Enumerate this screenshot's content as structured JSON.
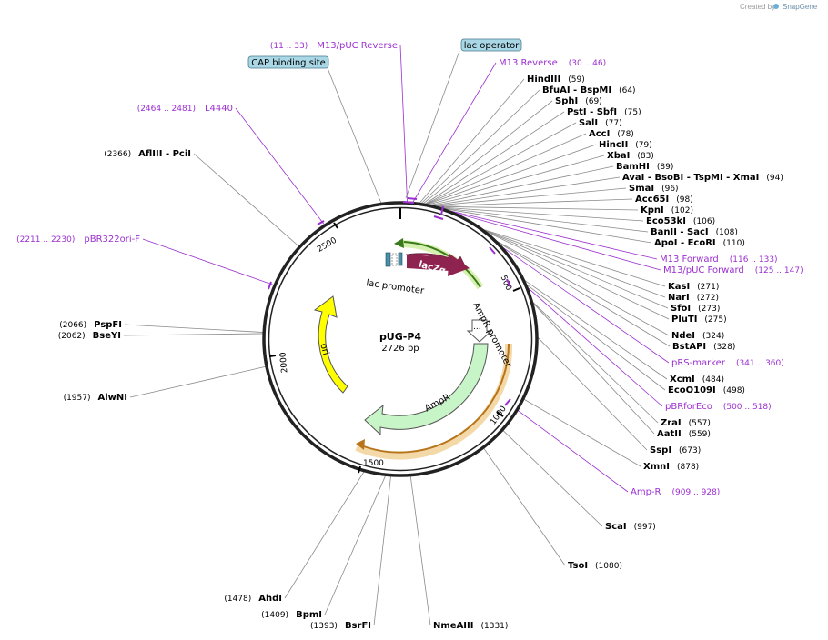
{
  "credit": "Created by",
  "credit_brand": "SnapGene",
  "plasmid": {
    "name": "pUG-P4",
    "length_label": "2726 bp",
    "length": 2726
  },
  "ticks": [
    "500",
    "1000",
    "1500",
    "2000",
    "2500"
  ],
  "colors": {
    "primer": "#9b2fd0",
    "line": "#7a7a7a",
    "ring": "#222222",
    "ampr": "#c8f5c8",
    "ori": "#ffff00",
    "lacza": "#8e2350",
    "lac_promoter_box": "#2a6b8a"
  },
  "sites": [
    {
      "name": "HindIII",
      "pos": "(59)"
    },
    {
      "name": "BfuAI - BspMI",
      "pos": "(64)"
    },
    {
      "name": "SphI",
      "pos": "(69)"
    },
    {
      "name": "PstI - SbfI",
      "pos": "(75)"
    },
    {
      "name": "SalI",
      "pos": "(77)"
    },
    {
      "name": "AccI",
      "pos": "(78)"
    },
    {
      "name": "HincII",
      "pos": "(79)"
    },
    {
      "name": "XbaI",
      "pos": "(83)"
    },
    {
      "name": "BamHI",
      "pos": "(89)"
    },
    {
      "name": "AvaI - BsoBI - TspMI - XmaI",
      "pos": "(94)"
    },
    {
      "name": "SmaI",
      "pos": "(96)"
    },
    {
      "name": "Acc65I",
      "pos": "(98)"
    },
    {
      "name": "KpnI",
      "pos": "(102)"
    },
    {
      "name": "Eco53kI",
      "pos": "(106)"
    },
    {
      "name": "BanII - SacI",
      "pos": "(108)"
    },
    {
      "name": "ApoI - EcoRI",
      "pos": "(110)"
    },
    {
      "name": "KasI",
      "pos": "(271)"
    },
    {
      "name": "NarI",
      "pos": "(272)"
    },
    {
      "name": "SfoI",
      "pos": "(273)"
    },
    {
      "name": "PluTI",
      "pos": "(275)"
    },
    {
      "name": "NdeI",
      "pos": "(324)"
    },
    {
      "name": "BstAPI",
      "pos": "(328)"
    },
    {
      "name": "XcmI",
      "pos": "(484)"
    },
    {
      "name": "EcoO109I",
      "pos": "(498)"
    },
    {
      "name": "ZraI",
      "pos": "(557)"
    },
    {
      "name": "AatII",
      "pos": "(559)"
    },
    {
      "name": "SspI",
      "pos": "(673)"
    },
    {
      "name": "XmnI",
      "pos": "(878)"
    },
    {
      "name": "ScaI",
      "pos": "(997)"
    },
    {
      "name": "TsoI",
      "pos": "(1080)"
    },
    {
      "name": "NmeAIII",
      "pos": "(1331)"
    },
    {
      "name": "BsrFI",
      "pos": "(1393)"
    },
    {
      "name": "BpmI",
      "pos": "(1409)"
    },
    {
      "name": "AhdI",
      "pos": "(1478)"
    },
    {
      "name": "AlwNI",
      "pos": "(1957)"
    },
    {
      "name": "BseYI",
      "pos": "(2062)"
    },
    {
      "name": "PspFI",
      "pos": "(2066)"
    },
    {
      "name": "AflIII - PciI",
      "pos": "(2366)"
    }
  ],
  "primers": [
    {
      "name": "M13/pUC Reverse",
      "range": "(11 .. 33)"
    },
    {
      "name": "M13 Reverse",
      "range": "(30 .. 46)"
    },
    {
      "name": "M13 Forward",
      "range": "(116 .. 133)"
    },
    {
      "name": "M13/pUC Forward",
      "range": "(125 .. 147)"
    },
    {
      "name": "pRS-marker",
      "range": "(341 .. 360)"
    },
    {
      "name": "pBRforEco",
      "range": "(500 .. 518)"
    },
    {
      "name": "Amp-R",
      "range": "(909 .. 928)"
    },
    {
      "name": "pBR322ori-F",
      "range": "(2211 .. 2230)"
    },
    {
      "name": "L4440",
      "range": "(2464 .. 2481)"
    }
  ],
  "boxes": {
    "lac_operator": "lac operator",
    "cap_site": "CAP binding site"
  },
  "features": {
    "lacza": "lacZα",
    "lac_promoter": "lac promoter",
    "ampr_promoter": "AmpR promoter",
    "ampr": "AmpR",
    "ori": "ori"
  }
}
